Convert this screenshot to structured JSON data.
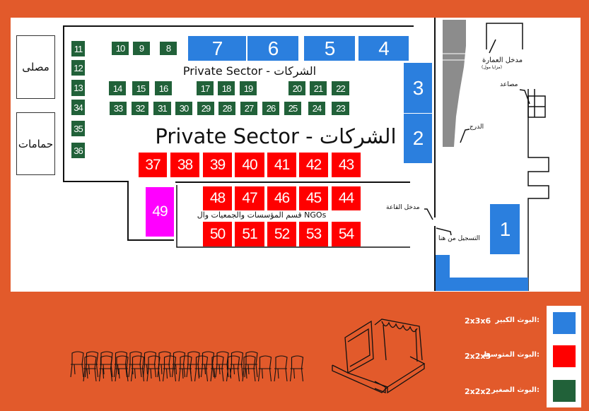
{
  "rooms": {
    "prayer": "مصلى",
    "restrooms": "حمامات"
  },
  "sections": {
    "private_small": "Private Sector - الشركات",
    "private_large": "Private Sector - الشركات",
    "ngo": "قسم المؤسسات والجمعيات وال NGOs"
  },
  "labels": {
    "building_entrance": "مدخل العمارة",
    "mall": "(مزايا مول)",
    "elevators": "مصاعد",
    "stairs": "الدرج",
    "hall_entrance": "مدخل القاعة",
    "registration": "التسجيل من هنا"
  },
  "booths": {
    "small": [
      "11",
      "12",
      "13",
      "34",
      "35",
      "36",
      "10",
      "9",
      "8",
      "14",
      "15",
      "16",
      "17",
      "18",
      "19",
      "20",
      "21",
      "22",
      "33",
      "32",
      "31",
      "30",
      "29",
      "28",
      "27",
      "26",
      "25",
      "24",
      "23"
    ],
    "medium": [
      "37",
      "38",
      "39",
      "40",
      "41",
      "42",
      "43",
      "48",
      "47",
      "46",
      "45",
      "44",
      "50",
      "51",
      "52",
      "53",
      "54"
    ],
    "large": [
      "7",
      "6",
      "5",
      "4",
      "3",
      "2",
      "1"
    ],
    "special": [
      "49"
    ]
  },
  "legend": [
    {
      "label": "البوث الكبير:",
      "size": "2x3x6",
      "color": "#2B7FDE"
    },
    {
      "label": "البوث المتوسط:",
      "size": "2x2x3",
      "color": "#FF0000"
    },
    {
      "label": "البوث الصغير:",
      "size": "2x2x2",
      "color": "#216139"
    }
  ],
  "colors": {
    "background": "#E25A2B",
    "large": "#2B7FDE",
    "medium": "#FF0000",
    "small": "#216139",
    "special": "#FF00FF",
    "stairs": "#8C8C8C"
  }
}
